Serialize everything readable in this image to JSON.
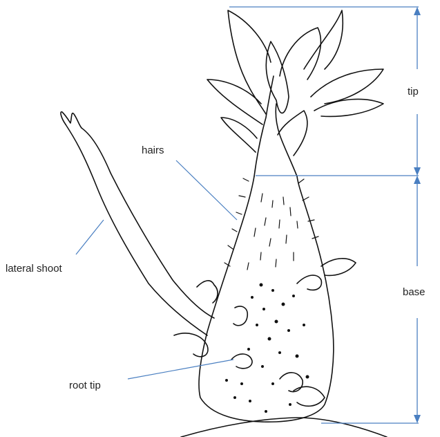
{
  "labels": {
    "tip": "tip",
    "base": "base",
    "hairs": "hairs",
    "lateral_shoot": "lateral shoot",
    "root_tip": "root tip"
  },
  "colors": {
    "leader_line": "#4a7fc1",
    "ink": "#111111",
    "background": "#ffffff"
  }
}
